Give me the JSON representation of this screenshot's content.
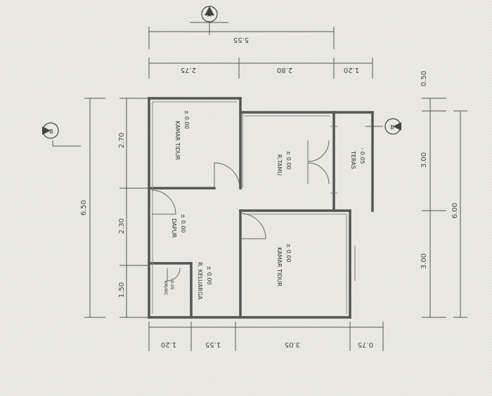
{
  "plan": {
    "rooms": {
      "kamar_tidur_1": {
        "name": "KAMAR TIDUR",
        "level": "± 0.00"
      },
      "r_tamu": {
        "name": "R.TAMU",
        "level": "± 0.00"
      },
      "teras": {
        "name": "TERAS",
        "level": "- 0.05"
      },
      "dapur": {
        "name": "DAPUR",
        "level": "± 0.00"
      },
      "kamar_tidur_2": {
        "name": "KAMAR TIDUR",
        "level": "± 0.00"
      },
      "r_keluarga": {
        "name": "R. KELUARGA",
        "level": "± 0.00"
      },
      "km_wc": {
        "name": "KM/WC",
        "level": "- 0.05"
      }
    },
    "dimensions": {
      "top_total": "5.55",
      "top_segments": [
        "2.75",
        "2.80",
        "1.20"
      ],
      "bottom_segments": [
        "1.20",
        "1.55",
        "3.05",
        "0.75"
      ],
      "left_total": "6.50",
      "left_segments": [
        "2.70",
        "2.30",
        "1.50"
      ],
      "right_total": "6.00",
      "right_segments": [
        "0.50",
        "3.00",
        "3.00"
      ]
    },
    "section_markers": {
      "top": "A",
      "left": "B",
      "right": "B"
    }
  }
}
